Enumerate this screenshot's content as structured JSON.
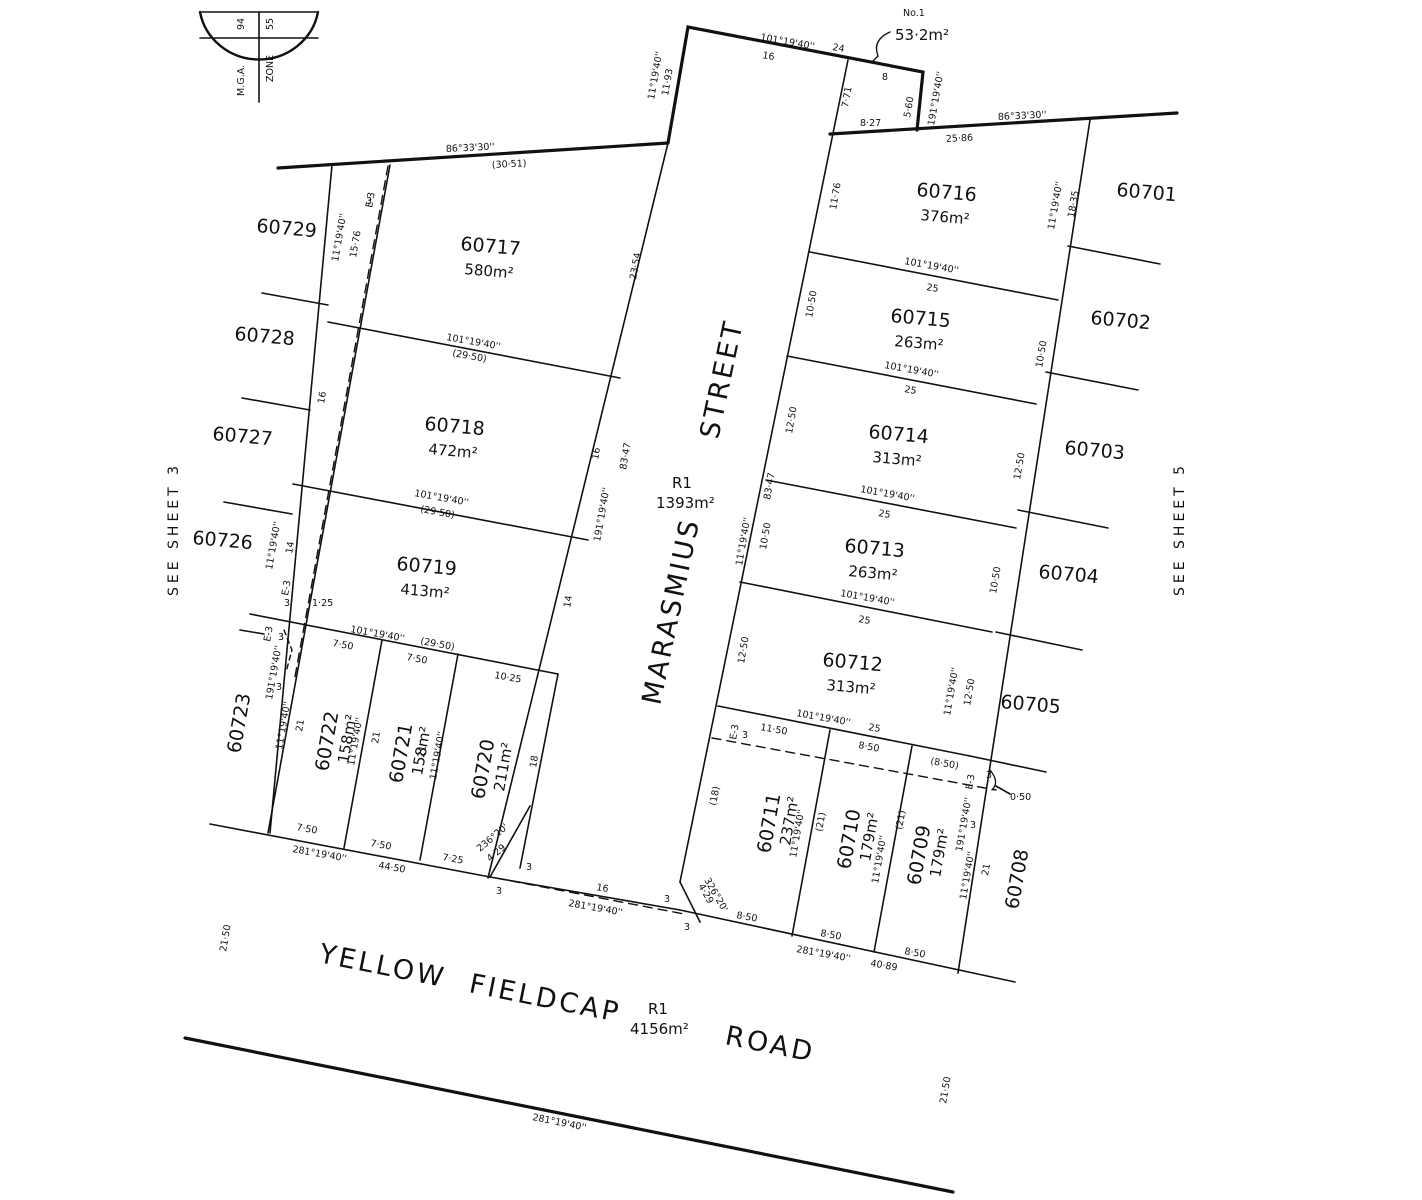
{
  "north": {
    "line1": "M.G.A.",
    "line2": "ZONE",
    "n1": "94",
    "n2": "55"
  },
  "easement_note": {
    "title": "No.1",
    "area": "53·2m²"
  },
  "see_sheets": {
    "left": "SEE SHEET 3",
    "right": "SEE SHEET 5"
  },
  "streets": {
    "marasmius": {
      "w1": "MARASMIUS",
      "w2": "STREET",
      "reserve": "R1",
      "area": "1393m²"
    },
    "yellow": {
      "w1": "YELLOW",
      "w2": "FIELDCAP",
      "w3": "ROAD",
      "reserve": "R1",
      "area": "4156m²"
    }
  },
  "lots": [
    {
      "number": "60717",
      "area": "580m²"
    },
    {
      "number": "60718",
      "area": "472m²"
    },
    {
      "number": "60719",
      "area": "413m²"
    },
    {
      "number": "60716",
      "area": "376m²"
    },
    {
      "number": "60715",
      "area": "263m²"
    },
    {
      "number": "60714",
      "area": "313m²"
    },
    {
      "number": "60713",
      "area": "263m²"
    },
    {
      "number": "60712",
      "area": "313m²"
    },
    {
      "number": "60722",
      "area": "158m²"
    },
    {
      "number": "60721",
      "area": "158m²"
    },
    {
      "number": "60720",
      "area": "211m²"
    },
    {
      "number": "60711",
      "area": "237m²"
    },
    {
      "number": "60710",
      "area": "179m²"
    },
    {
      "number": "60709",
      "area": "179m²"
    }
  ],
  "adjacent_lots": [
    "60729",
    "60728",
    "60727",
    "60726",
    "60723",
    "60701",
    "60702",
    "60703",
    "60704",
    "60705",
    "60708"
  ],
  "dims": {
    "b_101": "101°19'40''",
    "b_11": "11°19'40''",
    "b_191": "191°19'40''",
    "b_281": "281°19'40''",
    "b_86": "86°33'30''",
    "b_236": "236°20'",
    "b_326": "326°20'",
    "d_16": "16",
    "d_24": "24",
    "d_8": "8",
    "d_3": "3",
    "d_14": "14",
    "d_18": "18",
    "d_21": "21",
    "d_25": "25",
    "d_1193": "11·93",
    "d_771": "7·71",
    "d_560": "5·60",
    "d_827": "8·27",
    "d_2586": "25·86",
    "d_3051": "(30·51)",
    "d_1576": "15·76",
    "d_1176": "11·76",
    "d_1835": "18·35",
    "d_2354": "23·54",
    "d_2950": "(29·50)",
    "d_8347": "83·47",
    "d_1050": "10·50",
    "d_1250": "12·50",
    "d_125": "1·25",
    "d_750": "7·50",
    "d_1025": "10·25",
    "d_4450": "44·50",
    "d_725": "7·25",
    "d_429": "4·29",
    "d_1150": "11·50",
    "d_850": "8·50",
    "d_850p": "(8·50)",
    "d_18p": "(18)",
    "d_21p": "(21)",
    "d_050": "0·50",
    "d_4089": "40·89",
    "d_2150": "21·50",
    "e3": "E-3"
  }
}
